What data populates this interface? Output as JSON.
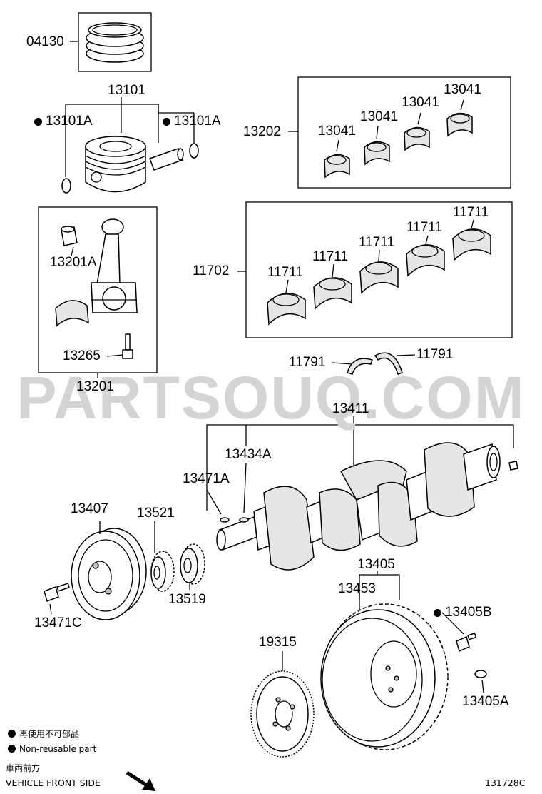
{
  "watermark": "PARTSOUQ.COM",
  "labels": {
    "p04130": "04130",
    "p13101": "13101",
    "p13101a_left": "13101A",
    "p13101a_right": "13101A",
    "p13202": "13202",
    "p13041_a": "13041",
    "p13041_b": "13041",
    "p13041_c": "13041",
    "p13041_d": "13041",
    "p13201a": "13201A",
    "p13265": "13265",
    "p13201": "13201",
    "p11702": "11702",
    "p11711_a": "11711",
    "p11711_b": "11711",
    "p11711_c": "11711",
    "p11711_d": "11711",
    "p11711_e": "11711",
    "p11791_left": "11791",
    "p11791_right": "11791",
    "p13411": "13411",
    "p13434a": "13434A",
    "p13471a": "13471A",
    "p13407": "13407",
    "p13521": "13521",
    "p13519": "13519",
    "p13471c": "13471C",
    "p13405": "13405",
    "p13453": "13453",
    "p13405b": "13405B",
    "p19315": "19315",
    "p13405a": "13405A"
  },
  "legend": {
    "jp_line": "再使用不可部品",
    "en_line": "Non-reusable part",
    "front_jp": "車両前方",
    "front_en": "VEHICLE FRONT SIDE"
  },
  "figure_code": "131728C"
}
